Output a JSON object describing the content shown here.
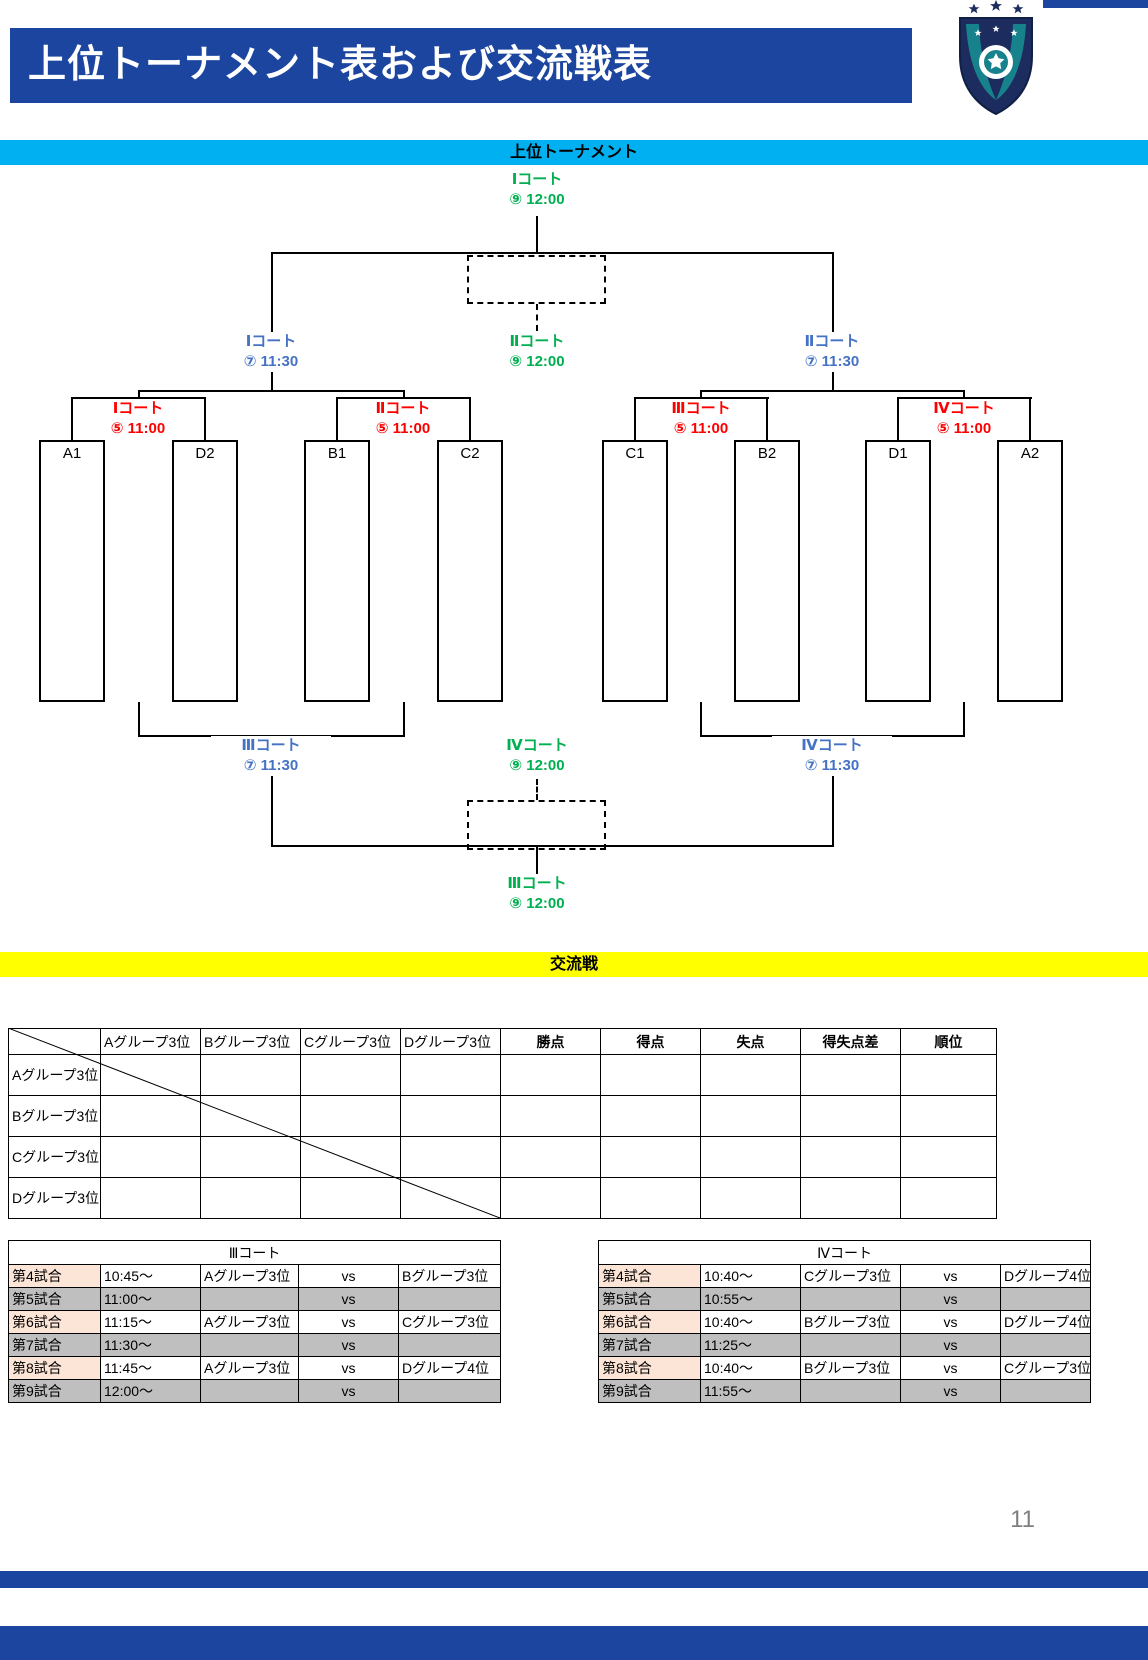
{
  "page": {
    "title": "上位トーナメント表および交流戦表",
    "page_number": "11"
  },
  "colors": {
    "header_blue": "#1b459e",
    "banner_cyan": "#00b0f0",
    "banner_yellow": "#ffff00",
    "label_green": "#00b050",
    "label_blue": "#4472c4",
    "label_red": "#ff0000",
    "row_gray": "#bfbfbf",
    "cell_peach": "#fce4d6"
  },
  "tournament": {
    "banner": "上位トーナメント",
    "final": {
      "court": "Ⅰコート",
      "time": "⑨ 12:00"
    },
    "third_place": {
      "court": "Ⅱコート",
      "time": "⑨ 12:00"
    },
    "semifinals": [
      {
        "court": "Ⅰコート",
        "time": "⑦ 11:30"
      },
      {
        "court": "Ⅱコート",
        "time": "⑦ 11:30"
      }
    ],
    "quarterfinals": [
      {
        "court": "Ⅰコート",
        "time": "⑤ 11:00"
      },
      {
        "court": "Ⅱコート",
        "time": "⑤ 11:00"
      },
      {
        "court": "Ⅲコート",
        "time": "⑤ 11:00"
      },
      {
        "court": "Ⅳコート",
        "time": "⑤ 11:00"
      }
    ],
    "slots": [
      "A1",
      "D2",
      "B1",
      "C2",
      "C1",
      "B2",
      "D1",
      "A2"
    ],
    "consolation_semis": [
      {
        "court": "Ⅲコート",
        "time": "⑦ 11:30"
      },
      {
        "court": "Ⅳコート",
        "time": "⑦ 11:30"
      }
    ],
    "consolation_center": {
      "court": "Ⅳコート",
      "time": "⑨ 12:00"
    },
    "consolation_final": {
      "court": "Ⅲコート",
      "time": "⑨ 12:00"
    }
  },
  "exchange": {
    "banner": "交流戦",
    "standings": {
      "col_headers": [
        "Aグループ3位",
        "Bグループ3位",
        "Cグループ3位",
        "Dグループ3位",
        "勝点",
        "得点",
        "失点",
        "得失点差",
        "順位"
      ],
      "row_headers": [
        "Aグループ3位",
        "Bグループ3位",
        "Cグループ3位",
        "Dグループ3位"
      ]
    },
    "schedules": [
      {
        "court": "Ⅲコート",
        "rows": [
          {
            "match": "第4試合",
            "time": "10:45～",
            "home": "Aグループ3位",
            "vs": "vs",
            "away": "Bグループ3位"
          },
          {
            "match": "第5試合",
            "time": "11:00～",
            "home": "",
            "vs": "vs",
            "away": ""
          },
          {
            "match": "第6試合",
            "time": "11:15～",
            "home": "Aグループ3位",
            "vs": "vs",
            "away": "Cグループ3位"
          },
          {
            "match": "第7試合",
            "time": "11:30～",
            "home": "",
            "vs": "vs",
            "away": ""
          },
          {
            "match": "第8試合",
            "time": "11:45～",
            "home": "Aグループ3位",
            "vs": "vs",
            "away": "Dグループ4位"
          },
          {
            "match": "第9試合",
            "time": "12:00～",
            "home": "",
            "vs": "vs",
            "away": ""
          }
        ]
      },
      {
        "court": "Ⅳコート",
        "rows": [
          {
            "match": "第4試合",
            "time": "10:40～",
            "home": "Cグループ3位",
            "vs": "vs",
            "away": "Dグループ4位"
          },
          {
            "match": "第5試合",
            "time": "10:55～",
            "home": "",
            "vs": "vs",
            "away": ""
          },
          {
            "match": "第6試合",
            "time": "10:40～",
            "home": "Bグループ3位",
            "vs": "vs",
            "away": "Dグループ4位"
          },
          {
            "match": "第7試合",
            "time": "11:25～",
            "home": "",
            "vs": "vs",
            "away": ""
          },
          {
            "match": "第8試合",
            "time": "10:40～",
            "home": "Bグループ3位",
            "vs": "vs",
            "away": "Cグループ3位"
          },
          {
            "match": "第9試合",
            "time": "11:55～",
            "home": "",
            "vs": "vs",
            "away": ""
          }
        ]
      }
    ]
  }
}
